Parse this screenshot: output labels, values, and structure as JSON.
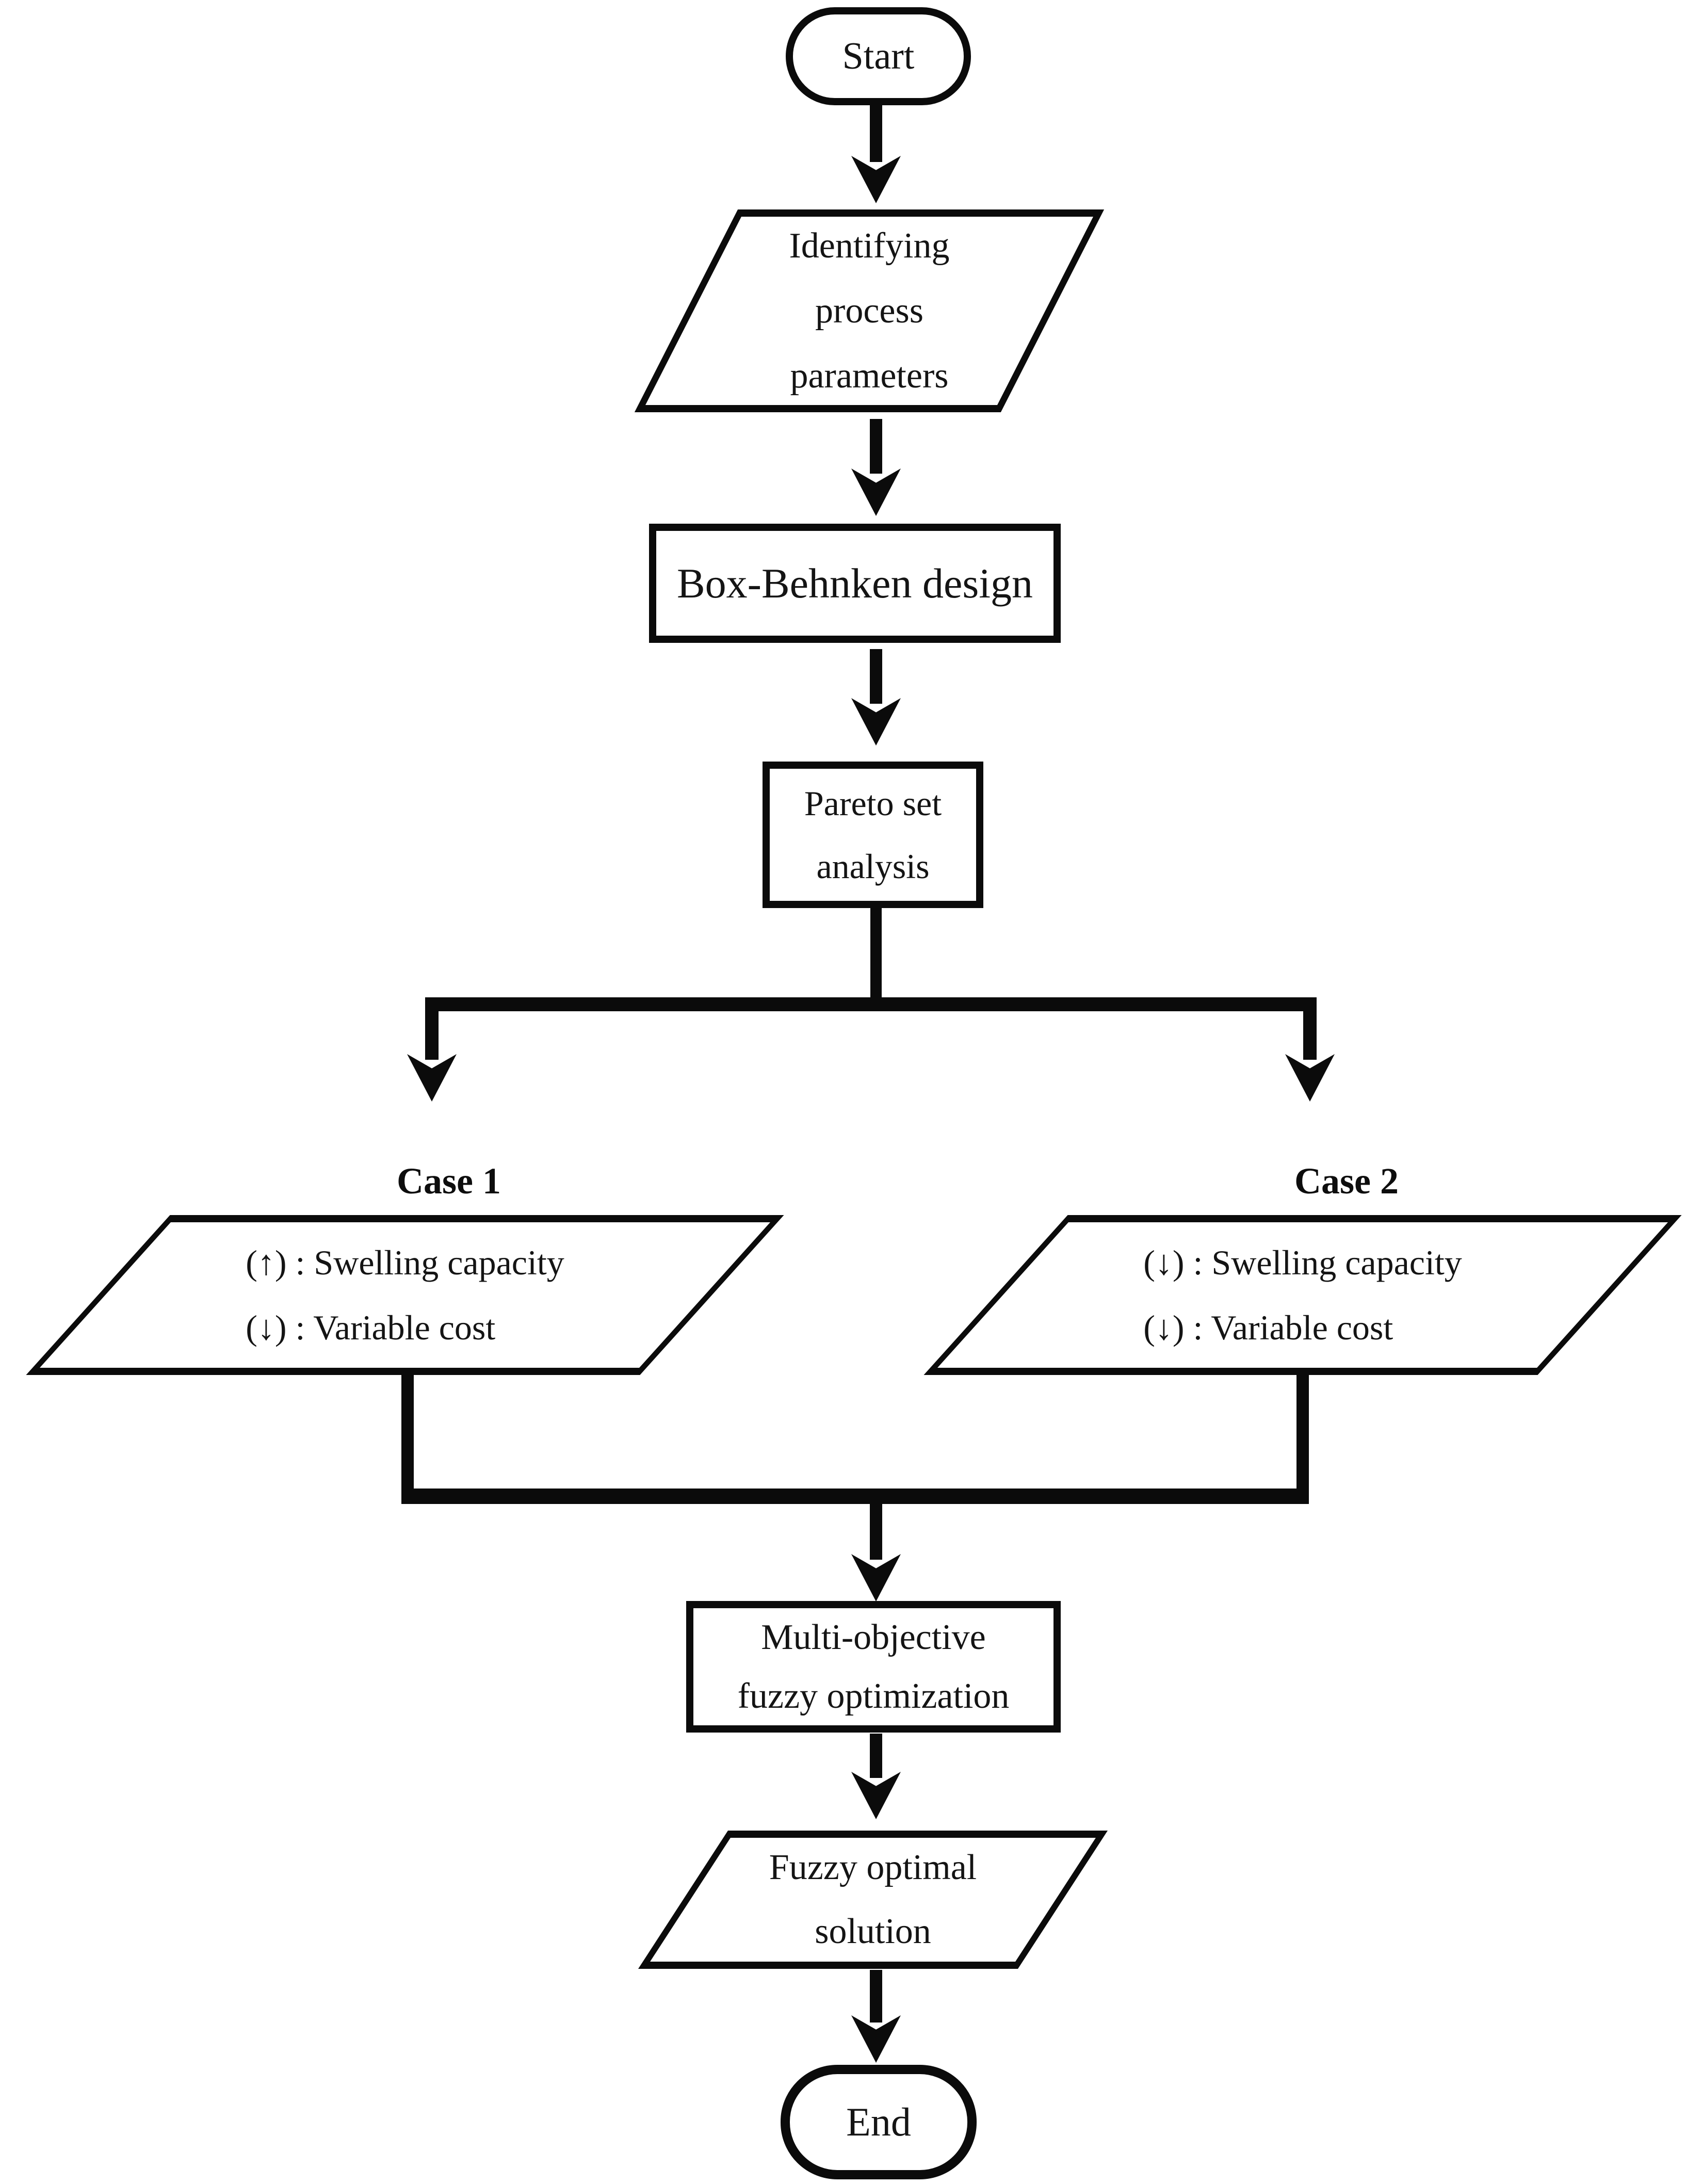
{
  "colors": {
    "ink": "#0b0b0b",
    "background": "#ffffff"
  },
  "flowchart": {
    "start": {
      "label": "Start"
    },
    "identify": {
      "line1": "Identifying",
      "line2": "process",
      "line3": "parameters"
    },
    "box_behnken": {
      "label": "Box-Behnken design"
    },
    "pareto": {
      "line1": "Pareto set",
      "line2": "analysis"
    },
    "case1": {
      "title": "Case 1",
      "objective1": "(↑) : Swelling capacity",
      "objective2": "(↓) : Variable cost"
    },
    "case2": {
      "title": "Case 2",
      "objective1": "(↓) : Swelling capacity",
      "objective2": "(↓) : Variable cost"
    },
    "fuzzy_optimization": {
      "line1": "Multi-objective",
      "line2": "fuzzy optimization"
    },
    "fuzzy_solution": {
      "line1": "Fuzzy optimal",
      "line2": "solution"
    },
    "end": {
      "label": "End"
    }
  }
}
